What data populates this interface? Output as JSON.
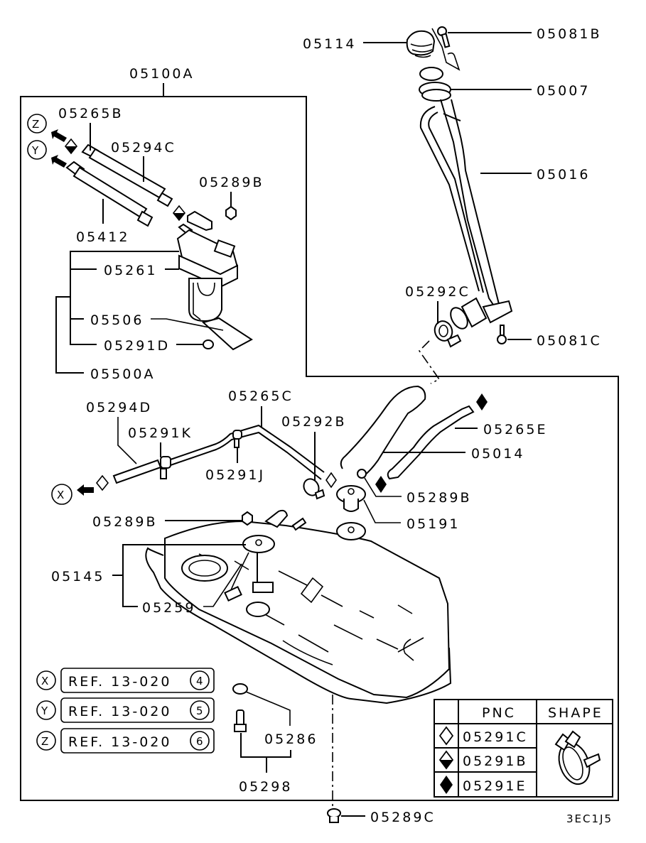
{
  "diagram": {
    "title_assembly": "05100A",
    "drawing_code": "3EC1J5",
    "labels": {
      "p05114": "05114",
      "p05081B": "05081B",
      "p05007": "05007",
      "p05016": "05016",
      "p05292C": "05292C",
      "p05081C": "05081C",
      "p05265B": "05265B",
      "p05294C": "05294C",
      "p05289B_top": "05289B",
      "p05412": "05412",
      "p05261": "05261",
      "p05506": "05506",
      "p05291D": "05291D",
      "p05500A": "05500A",
      "p05294D": "05294D",
      "p05265C": "05265C",
      "p05291K": "05291K",
      "p05292B": "05292B",
      "p05291J": "05291J",
      "p05265E": "05265E",
      "p05014": "05014",
      "p05289B_right": "05289B",
      "p05191": "05191",
      "p05289B_left": "05289B",
      "p05145": "05145",
      "p05259": "05259",
      "p05286": "05286",
      "p05298": "05298",
      "p05289C": "05289C"
    },
    "connectors": {
      "x": "X",
      "y": "Y",
      "z": "Z"
    },
    "references": [
      {
        "marker": "X",
        "text": "REF. 13-020",
        "num": "4"
      },
      {
        "marker": "Y",
        "text": "REF. 13-020",
        "num": "5"
      },
      {
        "marker": "Z",
        "text": "REF. 13-020",
        "num": "6"
      }
    ],
    "legend_table": {
      "header_pnc": "PNC",
      "header_shape": "SHAPE",
      "rows": [
        {
          "symbol": "diamond-outline",
          "pnc": "05291C"
        },
        {
          "symbol": "diamond-half",
          "pnc": "05291B"
        },
        {
          "symbol": "diamond-filled",
          "pnc": "05291E"
        }
      ]
    }
  }
}
